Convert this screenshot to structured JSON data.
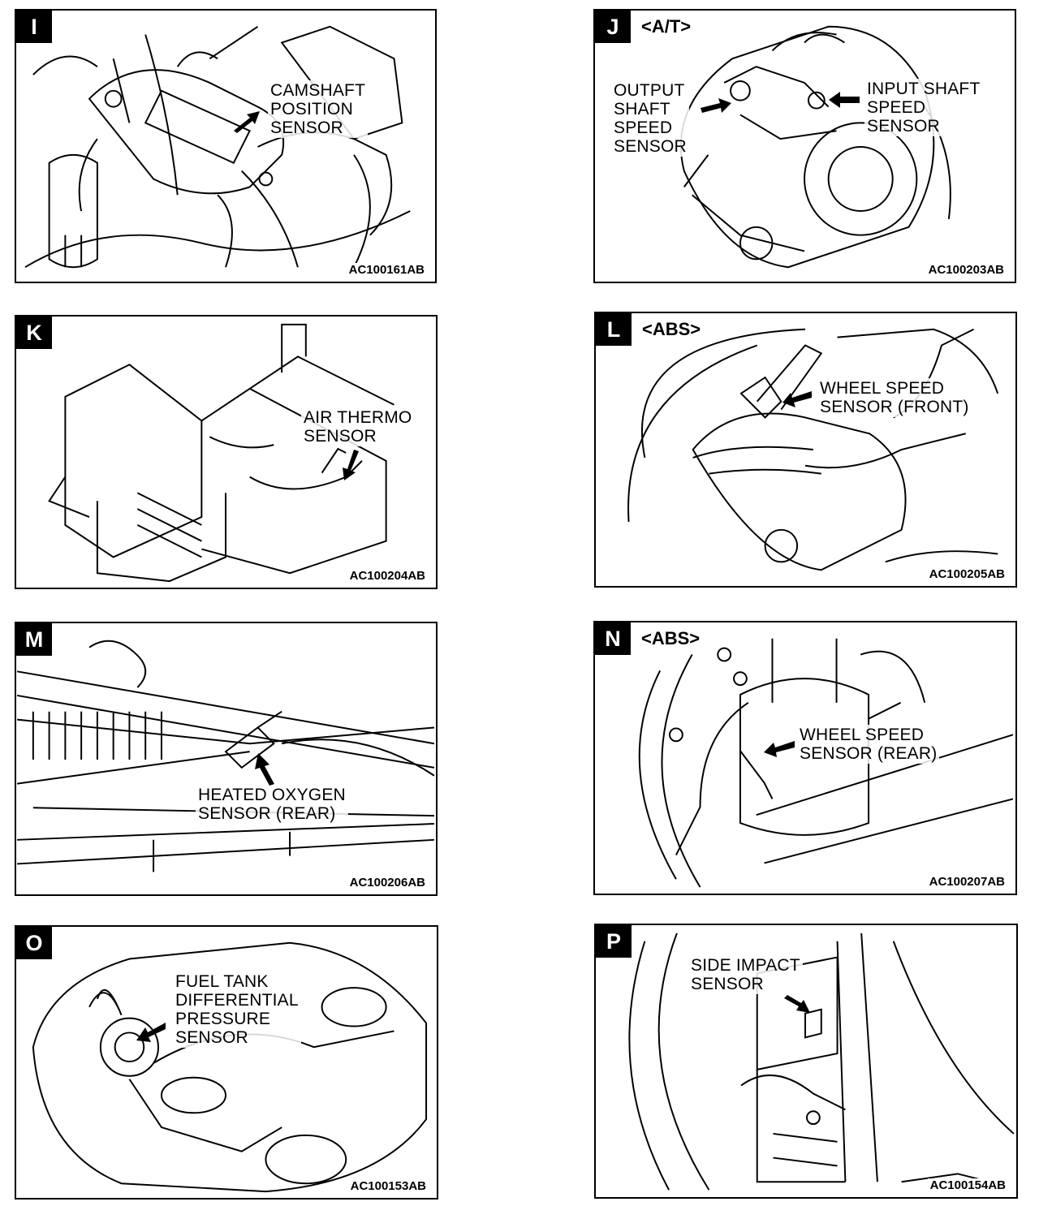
{
  "panels": [
    {
      "id": "I",
      "variant": "",
      "labels": [
        "CAMSHAFT\nPOSITION\nSENSOR"
      ],
      "code": "AC100161AB"
    },
    {
      "id": "J",
      "variant": "<A/T>",
      "labels": [
        "OUTPUT\nSHAFT\nSPEED\nSENSOR",
        "INPUT SHAFT\nSPEED\nSENSOR"
      ],
      "code": "AC100203AB"
    },
    {
      "id": "K",
      "variant": "",
      "labels": [
        "AIR THERMO\nSENSOR"
      ],
      "code": "AC100204AB"
    },
    {
      "id": "L",
      "variant": "<ABS>",
      "labels": [
        "WHEEL SPEED\nSENSOR (FRONT)"
      ],
      "code": "AC100205AB"
    },
    {
      "id": "M",
      "variant": "",
      "labels": [
        "HEATED OXYGEN\nSENSOR (REAR)"
      ],
      "code": "AC100206AB"
    },
    {
      "id": "N",
      "variant": "<ABS>",
      "labels": [
        "WHEEL SPEED\nSENSOR (REAR)"
      ],
      "code": "AC100207AB"
    },
    {
      "id": "O",
      "variant": "",
      "labels": [
        "FUEL TANK\nDIFFERENTIAL\nPRESSURE\nSENSOR"
      ],
      "code": "AC100153AB"
    },
    {
      "id": "P",
      "variant": "",
      "labels": [
        "SIDE IMPACT\nSENSOR"
      ],
      "code": "AC100154AB"
    }
  ],
  "icons": {
    "pointer": "arrow-icon"
  },
  "colors": {
    "ink": "#000000",
    "paper": "#ffffff"
  }
}
